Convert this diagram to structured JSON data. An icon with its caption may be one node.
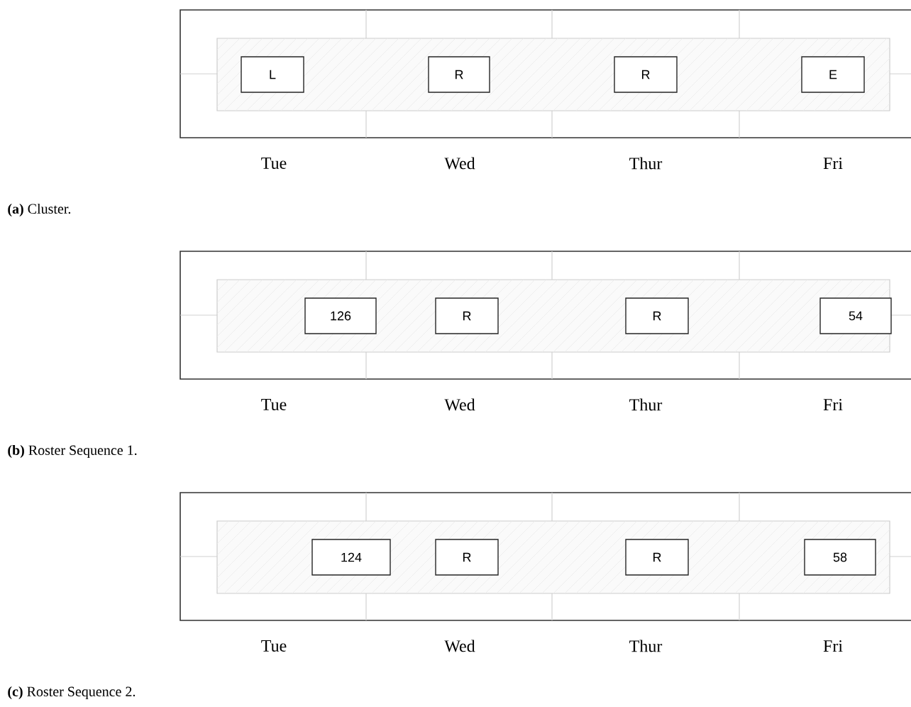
{
  "diagram": {
    "nodes": [
      {
        "text": [],
        "shape": "band"
      },
      {
        "text": [
          "L"
        ],
        "in": 0
      },
      {
        "text": [
          "R"
        ],
        "in": 0
      },
      {
        "text": [
          "R"
        ],
        "in": 0
      },
      {
        "text": [
          "E"
        ],
        "in": 0
      },
      {
        "text": [],
        "shape": "band"
      },
      {
        "text": [
          "126"
        ],
        "in": 5
      },
      {
        "text": [
          "R"
        ],
        "in": 5
      },
      {
        "text": [
          "R"
        ],
        "in": 5
      },
      {
        "text": [
          "54"
        ],
        "in": 5
      },
      {
        "text": [],
        "shape": "band"
      },
      {
        "text": [
          "124"
        ],
        "in": 10
      },
      {
        "text": [
          "R"
        ],
        "in": 10
      },
      {
        "text": [
          "R"
        ],
        "in": 10
      },
      {
        "text": [
          "58"
        ],
        "in": 10
      }
    ],
    "labels": [
      "Tue",
      "Wed",
      "Thur",
      "Fri",
      "**(a)** Cluster.",
      "Tue",
      "Wed",
      "Thur",
      "Fri",
      "**(b)** Roster Sequence 1.",
      "Tue",
      "Wed",
      "Thur",
      "Fri",
      "**(c)** Roster Sequence 2."
    ]
  }
}
